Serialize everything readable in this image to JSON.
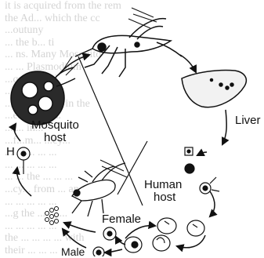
{
  "bleed_lines": [
    "it is acquired from the rem",
    "the Ad... which the cc",
    "...outuny",
    "... the b... ti",
    "... ns. Many Mosquito",
    "... ... Plasmodium",
    "...quito. ... d",
    "... d...",
    "...nto the fe... in the",
    "...ers..... ...ia.",
    "... ... in...",
    "...f...m... ...cy...",
    "... ... ... ... ...",
    "... ... ... ... ...",
    "... ... the ... ... ...",
    "...cy... from ... an...",
    "... ... ... ... ...",
    "...g the ... ... ...",
    "... ... ... ... ...",
    "the ... ... ... ... with",
    "their ... ... ..."
  ],
  "labels": {
    "mosquito_host": [
      "Mosquito",
      "host"
    ],
    "liver": "Liver",
    "human_host": [
      "Human",
      "host"
    ],
    "female": "Female",
    "male": "Male",
    "h": "H"
  }
}
